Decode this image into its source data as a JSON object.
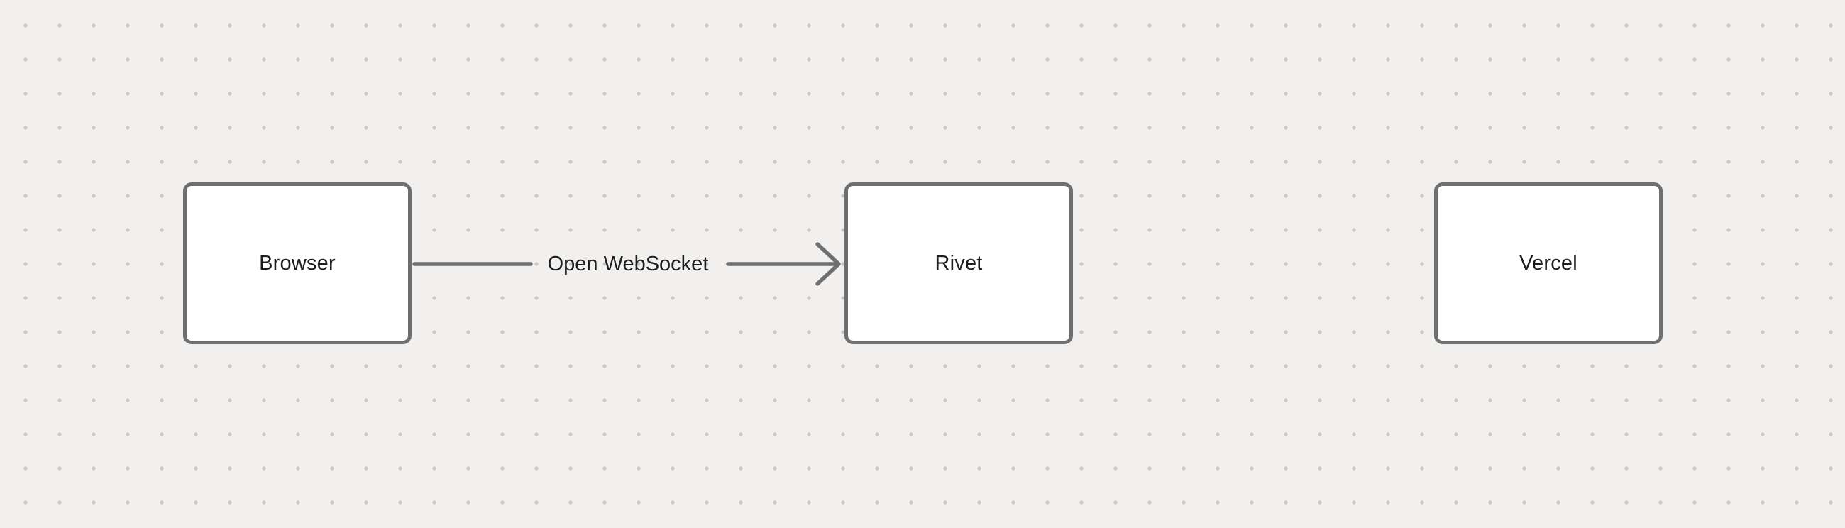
{
  "diagram": {
    "nodes": [
      {
        "id": "browser",
        "label": "Browser"
      },
      {
        "id": "rivet",
        "label": "Rivet"
      },
      {
        "id": "vercel",
        "label": "Vercel"
      }
    ],
    "edges": [
      {
        "from": "browser",
        "to": "rivet",
        "label": "Open WebSocket"
      }
    ],
    "colors": {
      "background": "#f1f0ee",
      "grid_dot": "#c9c7c4",
      "node_fill": "#ffffff",
      "node_border": "#6f6f6f",
      "arrow": "#6f6f6f",
      "text": "#1d1d1d"
    }
  }
}
